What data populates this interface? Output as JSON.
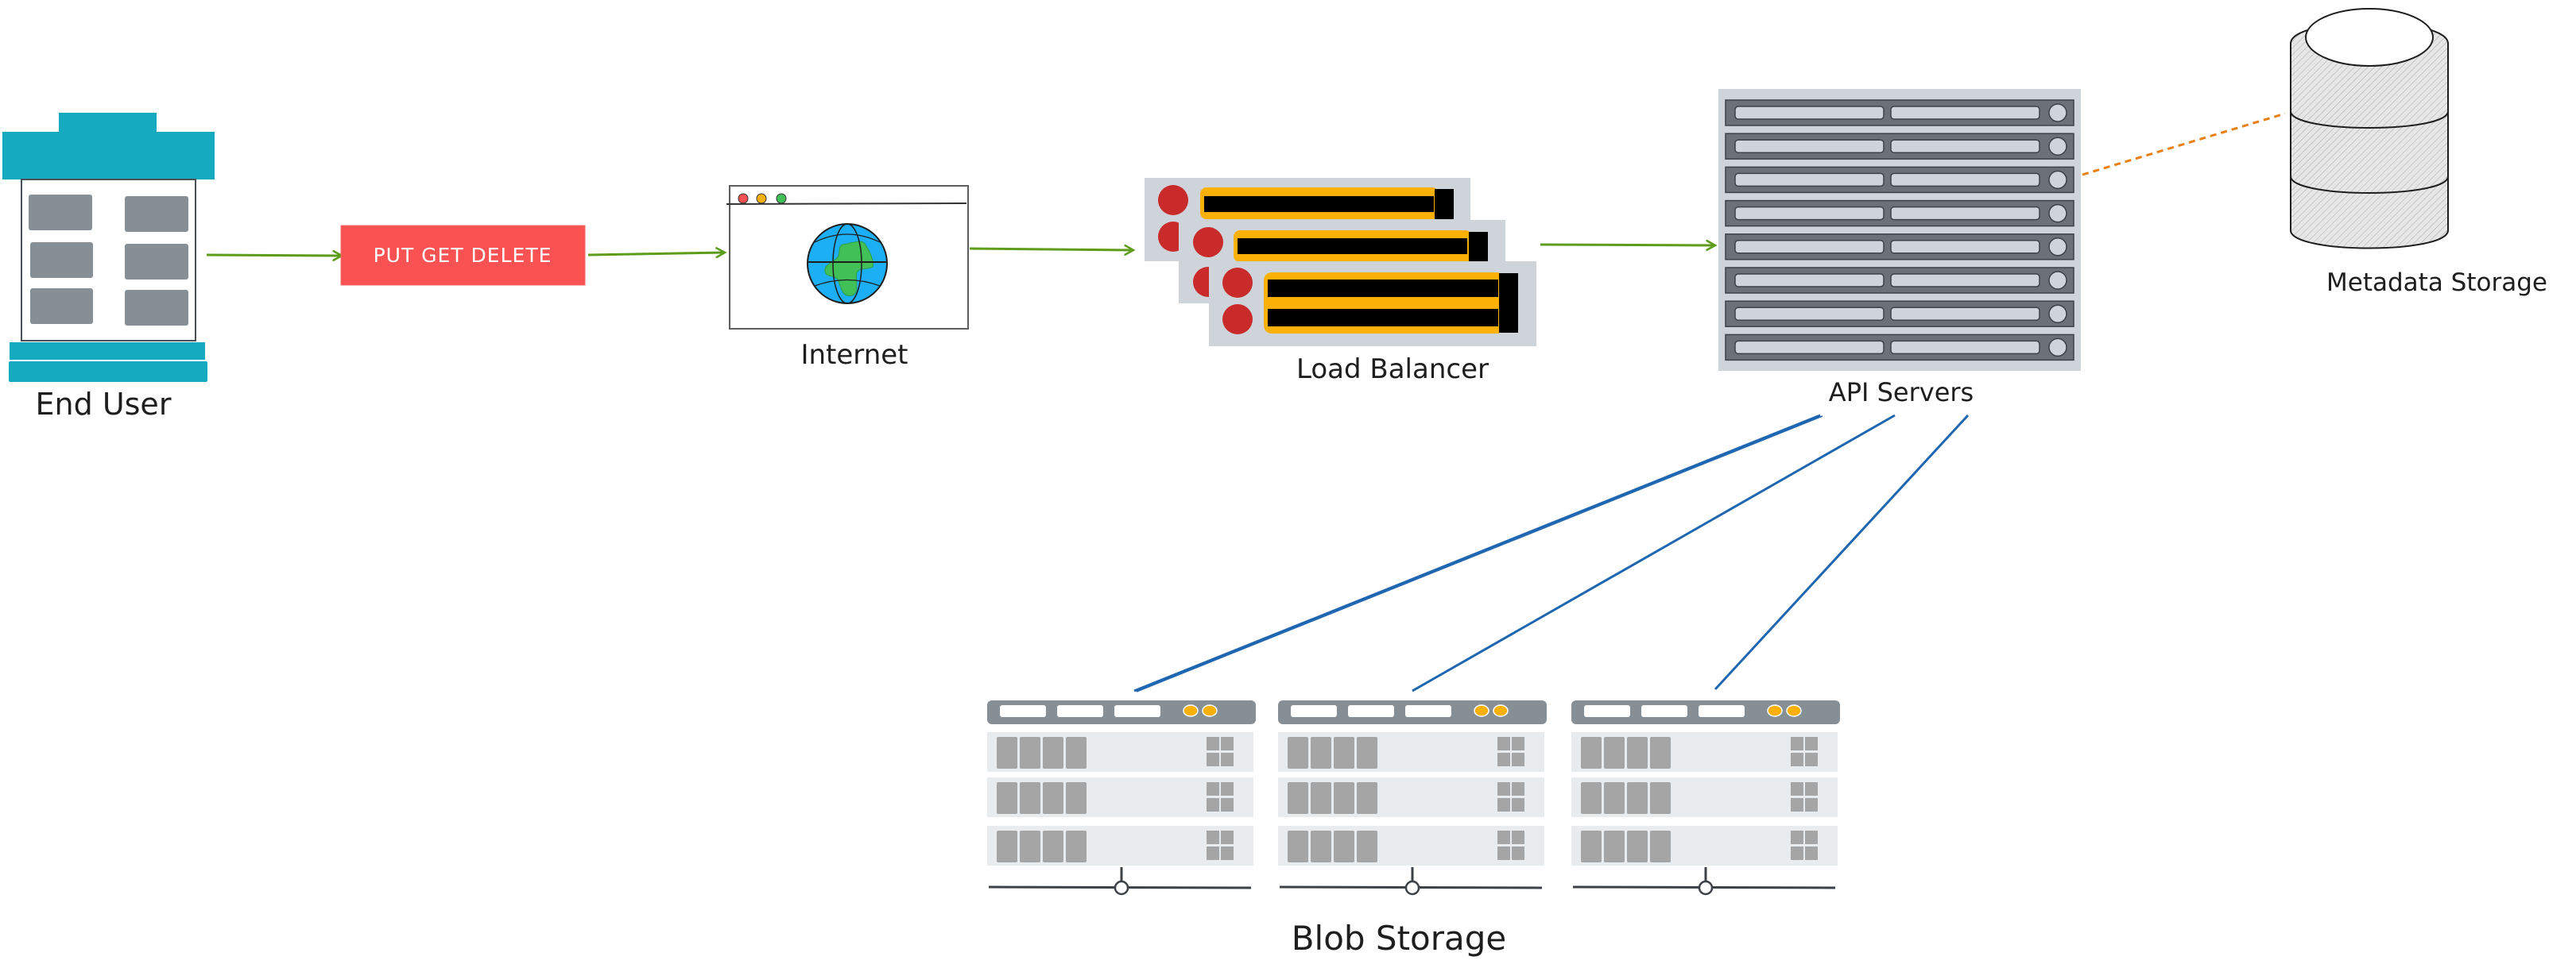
{
  "diagram": {
    "title": "Blob storage system architecture",
    "nodes": {
      "end_user": {
        "label": "End User"
      },
      "request": {
        "label": "PUT GET DELETE"
      },
      "internet": {
        "label": "Internet"
      },
      "load_balancer": {
        "label": "Load Balancer"
      },
      "api_servers": {
        "label": "API Servers",
        "rack_units": 8
      },
      "metadata_storage": {
        "label": "Metadata Storage"
      },
      "blob_storage": {
        "label": "Blob Storage",
        "units": 3
      }
    },
    "edges": [
      {
        "from": "end_user",
        "to": "request",
        "style": "arrow",
        "color": "#5e9c1b"
      },
      {
        "from": "request",
        "to": "internet",
        "style": "arrow",
        "color": "#5e9c1b"
      },
      {
        "from": "internet",
        "to": "load_balancer",
        "style": "arrow",
        "color": "#5e9c1b"
      },
      {
        "from": "load_balancer",
        "to": "api_servers",
        "style": "arrow",
        "color": "#5e9c1b"
      },
      {
        "from": "api_servers",
        "to": "metadata_storage",
        "style": "dashed",
        "color": "#e8800f"
      },
      {
        "from": "api_servers",
        "to": "blob_storage_1",
        "style": "line",
        "color": "#1f66b1"
      },
      {
        "from": "api_servers",
        "to": "blob_storage_2",
        "style": "line",
        "color": "#1f66b1"
      },
      {
        "from": "api_servers",
        "to": "blob_storage_3",
        "style": "line",
        "color": "#1f66b1"
      }
    ],
    "colors": {
      "building": "#15aabf",
      "window": "#868e96",
      "request_bg": "#fa5252",
      "globe_sea": "#1caff6",
      "globe_land": "#40c057",
      "lb_case": "#ced4da",
      "lb_led": "#c92a2a",
      "lb_slot": "#fab005",
      "rack_case": "#ced4da",
      "rack_unit": "#6b7177",
      "blob_header": "#868e96",
      "blob_led": "#fab005",
      "blob_body": "#e9ecef",
      "blob_block": "#a5a5a5"
    }
  }
}
